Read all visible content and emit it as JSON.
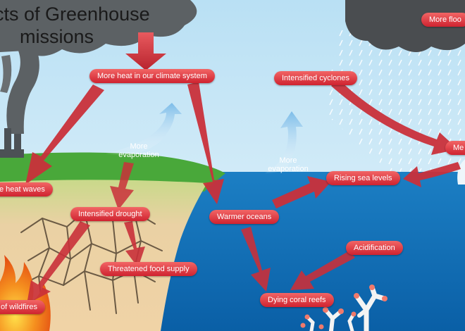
{
  "title": {
    "line1": "cts of Greenhouse",
    "line2": "missions"
  },
  "labels": {
    "more_heat": "More heat in our climate system",
    "intensified_cyclones": "Intensified cyclones",
    "more_floods": "More floo",
    "melting_ice": "Me",
    "heat_waves": "e heat waves",
    "intensified_drought": "Intensified drought",
    "warmer_oceans": "Warmer oceans",
    "rising_sea_levels": "Rising sea levels",
    "threatened_food_supply": "Threatened food supply",
    "acidification": "Acidification",
    "wildfires": "of wildfires",
    "dying_coral_reefs": "Dying coral reefs"
  },
  "evaporation_notes": {
    "land": {
      "line1": "More",
      "line2": "evaporation"
    },
    "ocean": {
      "line1": "More",
      "line2": "evaporation"
    }
  },
  "colors": {
    "sky": "#cfe9f7",
    "ocean": "#0d6eb5",
    "grass": "#49a83a",
    "soil": "#e8c79b",
    "label_red": "#d9313b",
    "arrow_red": "#c9303a",
    "smoke": "#5a5f63",
    "storm_cloud": "#4a4d50"
  }
}
